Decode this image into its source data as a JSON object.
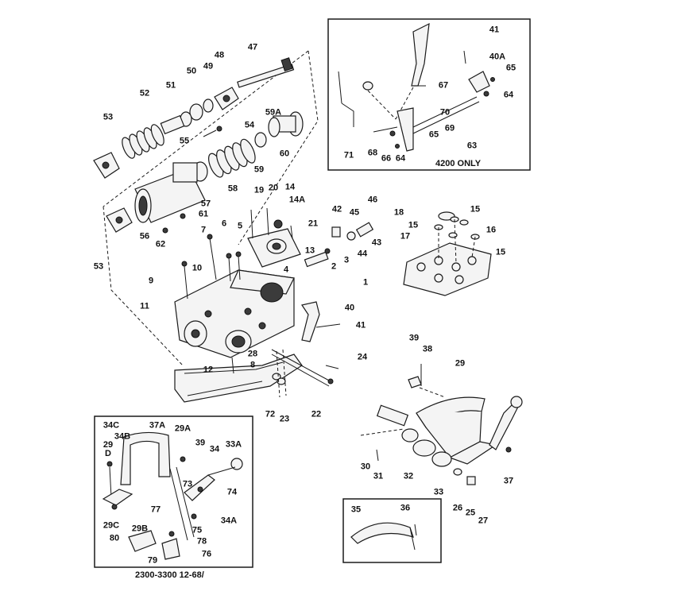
{
  "notes": {
    "inset_tag": "4200 ONLY",
    "drawing_code": "2300-3300 12-68/"
  },
  "callouts": [
    {
      "id": "c47",
      "text": "47"
    },
    {
      "id": "c48",
      "text": "48"
    },
    {
      "id": "c49",
      "text": "49"
    },
    {
      "id": "c50",
      "text": "50"
    },
    {
      "id": "c51",
      "text": "51"
    },
    {
      "id": "c52",
      "text": "52"
    },
    {
      "id": "c53a",
      "text": "53"
    },
    {
      "id": "c54",
      "text": "54"
    },
    {
      "id": "c55",
      "text": "55"
    },
    {
      "id": "c59a",
      "text": "59A"
    },
    {
      "id": "c59",
      "text": "59"
    },
    {
      "id": "c60",
      "text": "60"
    },
    {
      "id": "c58",
      "text": "58"
    },
    {
      "id": "c57",
      "text": "57"
    },
    {
      "id": "c61",
      "text": "61"
    },
    {
      "id": "c56",
      "text": "56"
    },
    {
      "id": "c62",
      "text": "62"
    },
    {
      "id": "c53b",
      "text": "53"
    },
    {
      "id": "c41a",
      "text": "41"
    },
    {
      "id": "c40aa",
      "text": "40A"
    },
    {
      "id": "c65a",
      "text": "65"
    },
    {
      "id": "c64a",
      "text": "64"
    },
    {
      "id": "c67",
      "text": "67"
    },
    {
      "id": "c70",
      "text": "70"
    },
    {
      "id": "c69",
      "text": "69"
    },
    {
      "id": "c65b",
      "text": "65"
    },
    {
      "id": "c63",
      "text": "63"
    },
    {
      "id": "c71",
      "text": "71"
    },
    {
      "id": "c68",
      "text": "68"
    },
    {
      "id": "c66",
      "text": "66"
    },
    {
      "id": "c64b",
      "text": "64"
    },
    {
      "id": "c19",
      "text": "19"
    },
    {
      "id": "c20",
      "text": "20"
    },
    {
      "id": "c14",
      "text": "14"
    },
    {
      "id": "c14a",
      "text": "14A"
    },
    {
      "id": "c21",
      "text": "21"
    },
    {
      "id": "c42",
      "text": "42"
    },
    {
      "id": "c45",
      "text": "45"
    },
    {
      "id": "c46",
      "text": "46"
    },
    {
      "id": "c43",
      "text": "43"
    },
    {
      "id": "c44",
      "text": "44"
    },
    {
      "id": "c7",
      "text": "7"
    },
    {
      "id": "c6",
      "text": "6"
    },
    {
      "id": "c5",
      "text": "5"
    },
    {
      "id": "c13",
      "text": "13"
    },
    {
      "id": "c3",
      "text": "3"
    },
    {
      "id": "c2",
      "text": "2"
    },
    {
      "id": "c1",
      "text": "1"
    },
    {
      "id": "c4",
      "text": "4"
    },
    {
      "id": "c9",
      "text": "9"
    },
    {
      "id": "c10",
      "text": "10"
    },
    {
      "id": "c11",
      "text": "11"
    },
    {
      "id": "c40",
      "text": "40"
    },
    {
      "id": "c41b",
      "text": "41"
    },
    {
      "id": "c28",
      "text": "28"
    },
    {
      "id": "c8",
      "text": "8"
    },
    {
      "id": "c12",
      "text": "12"
    },
    {
      "id": "c24",
      "text": "24"
    },
    {
      "id": "c72",
      "text": "72"
    },
    {
      "id": "c23",
      "text": "23"
    },
    {
      "id": "c22",
      "text": "22"
    },
    {
      "id": "c18",
      "text": "18"
    },
    {
      "id": "c15a",
      "text": "15"
    },
    {
      "id": "c15b",
      "text": "15"
    },
    {
      "id": "c16",
      "text": "16"
    },
    {
      "id": "c17",
      "text": "17"
    },
    {
      "id": "c15c",
      "text": "15"
    },
    {
      "id": "c39a",
      "text": "39"
    },
    {
      "id": "c38",
      "text": "38"
    },
    {
      "id": "c29",
      "text": "29"
    },
    {
      "id": "c30",
      "text": "30"
    },
    {
      "id": "c31",
      "text": "31"
    },
    {
      "id": "c32",
      "text": "32"
    },
    {
      "id": "c33",
      "text": "33"
    },
    {
      "id": "c26",
      "text": "26"
    },
    {
      "id": "c25",
      "text": "25"
    },
    {
      "id": "c27",
      "text": "27"
    },
    {
      "id": "c37",
      "text": "37"
    },
    {
      "id": "c35",
      "text": "35"
    },
    {
      "id": "c36",
      "text": "36"
    },
    {
      "id": "c34c",
      "text": "34C"
    },
    {
      "id": "c37a",
      "text": "37A"
    },
    {
      "id": "c29a",
      "text": "29A"
    },
    {
      "id": "c34b",
      "text": "34B"
    },
    {
      "id": "c29d",
      "text": "29\nD"
    },
    {
      "id": "c39b",
      "text": "39"
    },
    {
      "id": "c34",
      "text": "34"
    },
    {
      "id": "c33a",
      "text": "33A"
    },
    {
      "id": "c73",
      "text": "73"
    },
    {
      "id": "c74",
      "text": "74"
    },
    {
      "id": "c77",
      "text": "77"
    },
    {
      "id": "c75",
      "text": "75"
    },
    {
      "id": "c34a",
      "text": "34A"
    },
    {
      "id": "c29c",
      "text": "29C"
    },
    {
      "id": "c29b",
      "text": "29B"
    },
    {
      "id": "c78",
      "text": "78"
    },
    {
      "id": "c80",
      "text": "80"
    },
    {
      "id": "c76",
      "text": "76"
    },
    {
      "id": "c79",
      "text": "79"
    }
  ]
}
